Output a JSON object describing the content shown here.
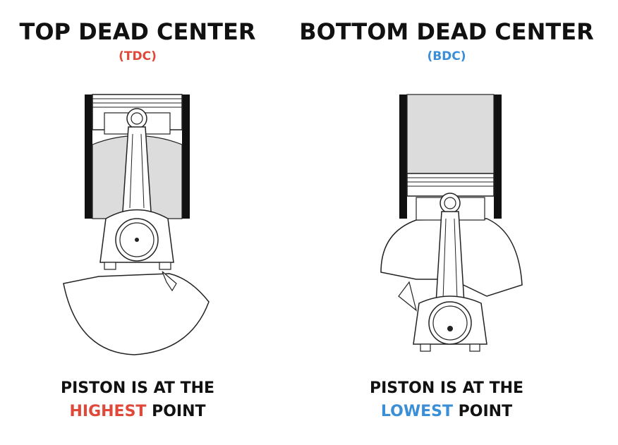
{
  "colors": {
    "tdc_accent": "#e0483a",
    "bdc_accent": "#3b8fd6",
    "text": "#111111"
  },
  "left": {
    "title": "TOP DEAD CENTER",
    "abbr": "(TDC)",
    "caption_line1": "PISTON IS AT THE",
    "caption_highlight": "HIGHEST",
    "caption_tail": " POINT"
  },
  "right": {
    "title": "BOTTOM DEAD CENTER",
    "abbr": "(BDC)",
    "caption_line1": "PISTON IS AT THE",
    "caption_highlight": "LOWEST",
    "caption_tail": " POINT"
  }
}
